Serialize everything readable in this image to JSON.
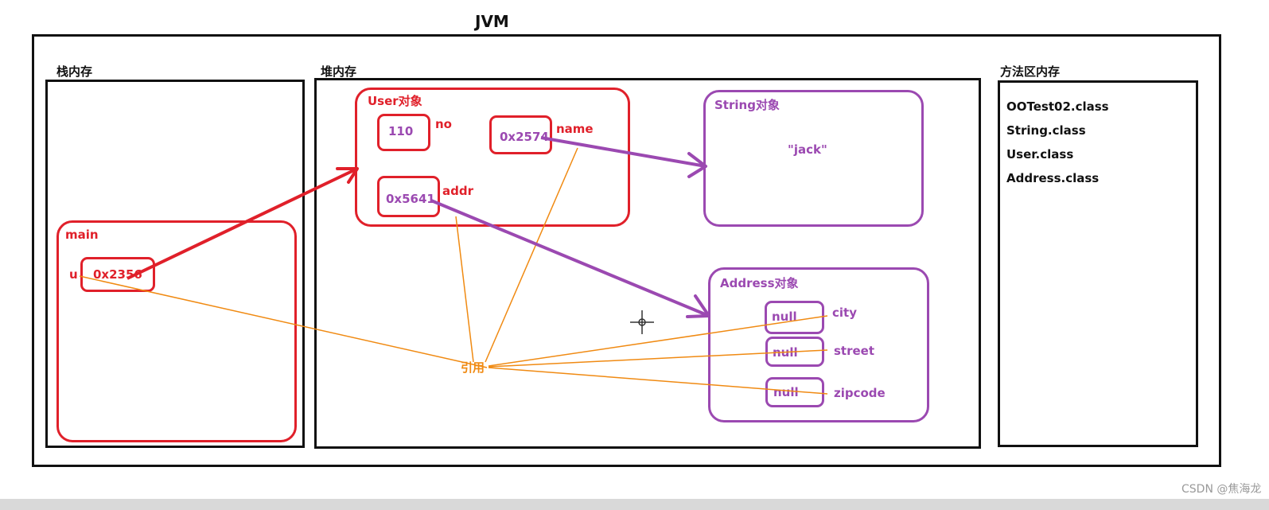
{
  "title": "JVM",
  "stack": {
    "label": "栈内存",
    "frame": {
      "label": "main",
      "var_name": "u",
      "var_value": "0x2356"
    }
  },
  "heap": {
    "label": "堆内存",
    "user": {
      "label": "User对象",
      "no": {
        "value": "110",
        "field": "no"
      },
      "name": {
        "value": "0x2574",
        "field": "name"
      },
      "addr": {
        "value": "0x5641",
        "field": "addr"
      }
    },
    "string": {
      "label": "String对象",
      "value": "\"jack\""
    },
    "address": {
      "label": "Address对象",
      "fields": [
        {
          "value": "null",
          "field": "city"
        },
        {
          "value": "null",
          "field": "street"
        },
        {
          "value": "null",
          "field": "zipcode"
        }
      ]
    },
    "reference_label": "引用"
  },
  "method_area": {
    "label": "方法区内存",
    "classes": [
      "OOTest02.class",
      "String.class",
      "User.class",
      "Address.class"
    ]
  },
  "watermark": "CSDN @焦海龙",
  "colors": {
    "black": "#111111",
    "red": "#e0202a",
    "purple": "#9b49b1",
    "orange": "#f08a12"
  }
}
